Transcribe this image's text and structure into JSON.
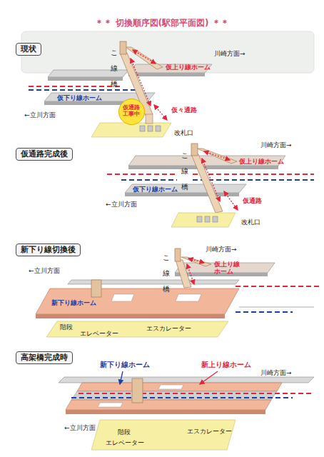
{
  "diagram": {
    "title": "＊＊ 切換順序図(駅部平面図) ＊＊",
    "nodes": [
      {
        "text": [
          "現状"
        ]
      },
      {
        "text": [
          "仮通路完成後"
        ]
      },
      {
        "text": [
          "新下り線切換後"
        ]
      },
      {
        "text": [
          "高架橋完成時"
        ]
      },
      {
        "text": [
          "仮通路 工事中"
        ]
      }
    ],
    "labels": [
      "川崎方面→",
      "こ線橋",
      "仮上り線ホーム",
      "仮下り線ホーム",
      "←立川方面",
      "仮々通路",
      "改札口",
      "川崎方面→",
      "こ線橋",
      "仮上り線ホーム",
      "仮下り線ホーム",
      "←立川方面",
      "仮通路",
      "改札口",
      "川崎方面→",
      "←立川方面",
      "こ線橋",
      "仮上り線 ホーム",
      "新下り線ホーム",
      "階段",
      "エレベーター",
      "エスカレーター",
      "新下り線ホーム",
      "新上り線ホーム",
      "川崎方面→",
      "←立川方面",
      "階段",
      "エレベーター",
      "エスカレーター"
    ]
  }
}
